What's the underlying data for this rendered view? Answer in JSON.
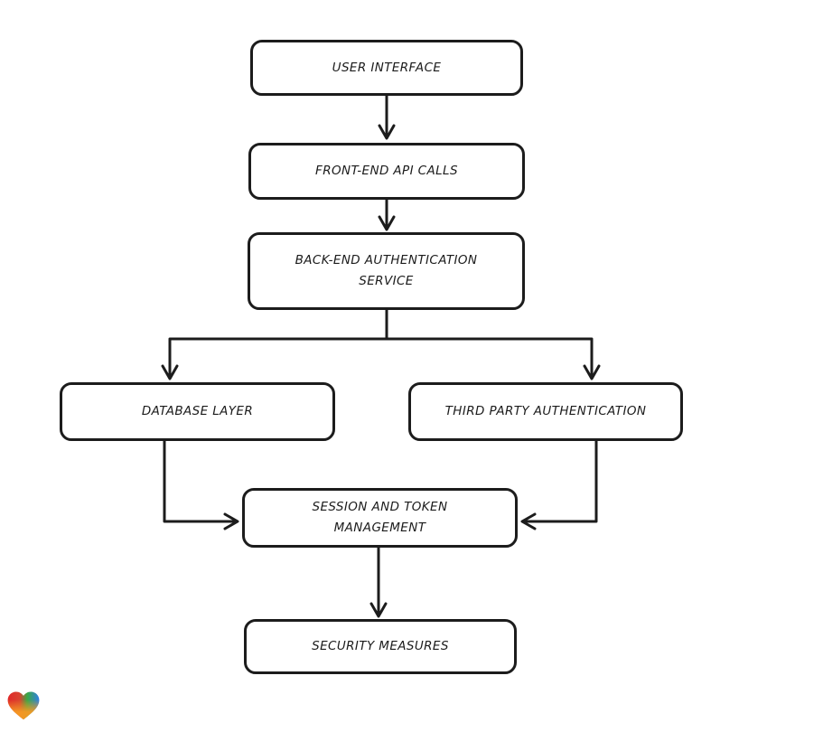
{
  "diagram": {
    "nodes": [
      {
        "id": "user-interface",
        "label": "USER INTERFACE"
      },
      {
        "id": "front-end-api-calls",
        "label": "FRONT-END API CALLS"
      },
      {
        "id": "back-end-authentication-service",
        "label": "BACK-END AUTHENTICATION\nSERVICE"
      },
      {
        "id": "database-layer",
        "label": "DATABASE LAYER"
      },
      {
        "id": "third-party-authentication",
        "label": "THIRD PARTY AUTHENTICATION"
      },
      {
        "id": "session-and-token-management",
        "label": "SESSION AND TOKEN\nMANAGEMENT"
      },
      {
        "id": "security-measures",
        "label": "SECURITY MEASURES"
      }
    ],
    "edges": [
      {
        "from": "user-interface",
        "to": "front-end-api-calls"
      },
      {
        "from": "front-end-api-calls",
        "to": "back-end-authentication-service"
      },
      {
        "from": "back-end-authentication-service",
        "to": "database-layer"
      },
      {
        "from": "back-end-authentication-service",
        "to": "third-party-authentication"
      },
      {
        "from": "database-layer",
        "to": "session-and-token-management"
      },
      {
        "from": "third-party-authentication",
        "to": "session-and-token-management"
      },
      {
        "from": "session-and-token-management",
        "to": "security-measures"
      }
    ],
    "style": {
      "stroke_color": "#1c1c1c",
      "node_fill": "#ffffff",
      "background": "#ffffff"
    }
  },
  "logo": {
    "icon": "heart-logo",
    "colors": {
      "red": "#e02828",
      "green": "#39a845",
      "blue": "#2f7fe6",
      "orange": "#f59a23"
    }
  }
}
